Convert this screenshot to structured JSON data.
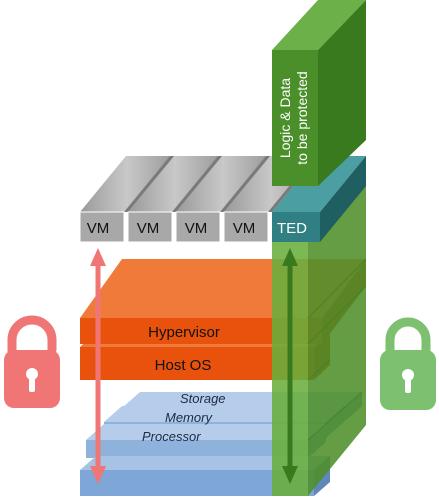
{
  "vm_labels": [
    "VM",
    "VM",
    "VM",
    "VM"
  ],
  "ted_label": "TED",
  "logic_label_line1": "Logic & Data",
  "logic_label_line2": "to be protected",
  "hypervisor_label": "Hypervisor",
  "hostos_label": "Host OS",
  "hardware": {
    "storage_label": "Storage",
    "memory_label": "Memory",
    "processor_label": "Processor"
  },
  "icons": {
    "left_lock": "unlocked-padlock-icon",
    "right_lock": "locked-padlock-icon"
  },
  "colors": {
    "vm_gray": "#a8a8a8",
    "ted_teal": "#2f7f83",
    "green": "#4a8f2a",
    "orange": "#e8520c",
    "blue": "#7ea6d6",
    "red_lock": "#f07575",
    "green_lock": "#7cc070"
  }
}
